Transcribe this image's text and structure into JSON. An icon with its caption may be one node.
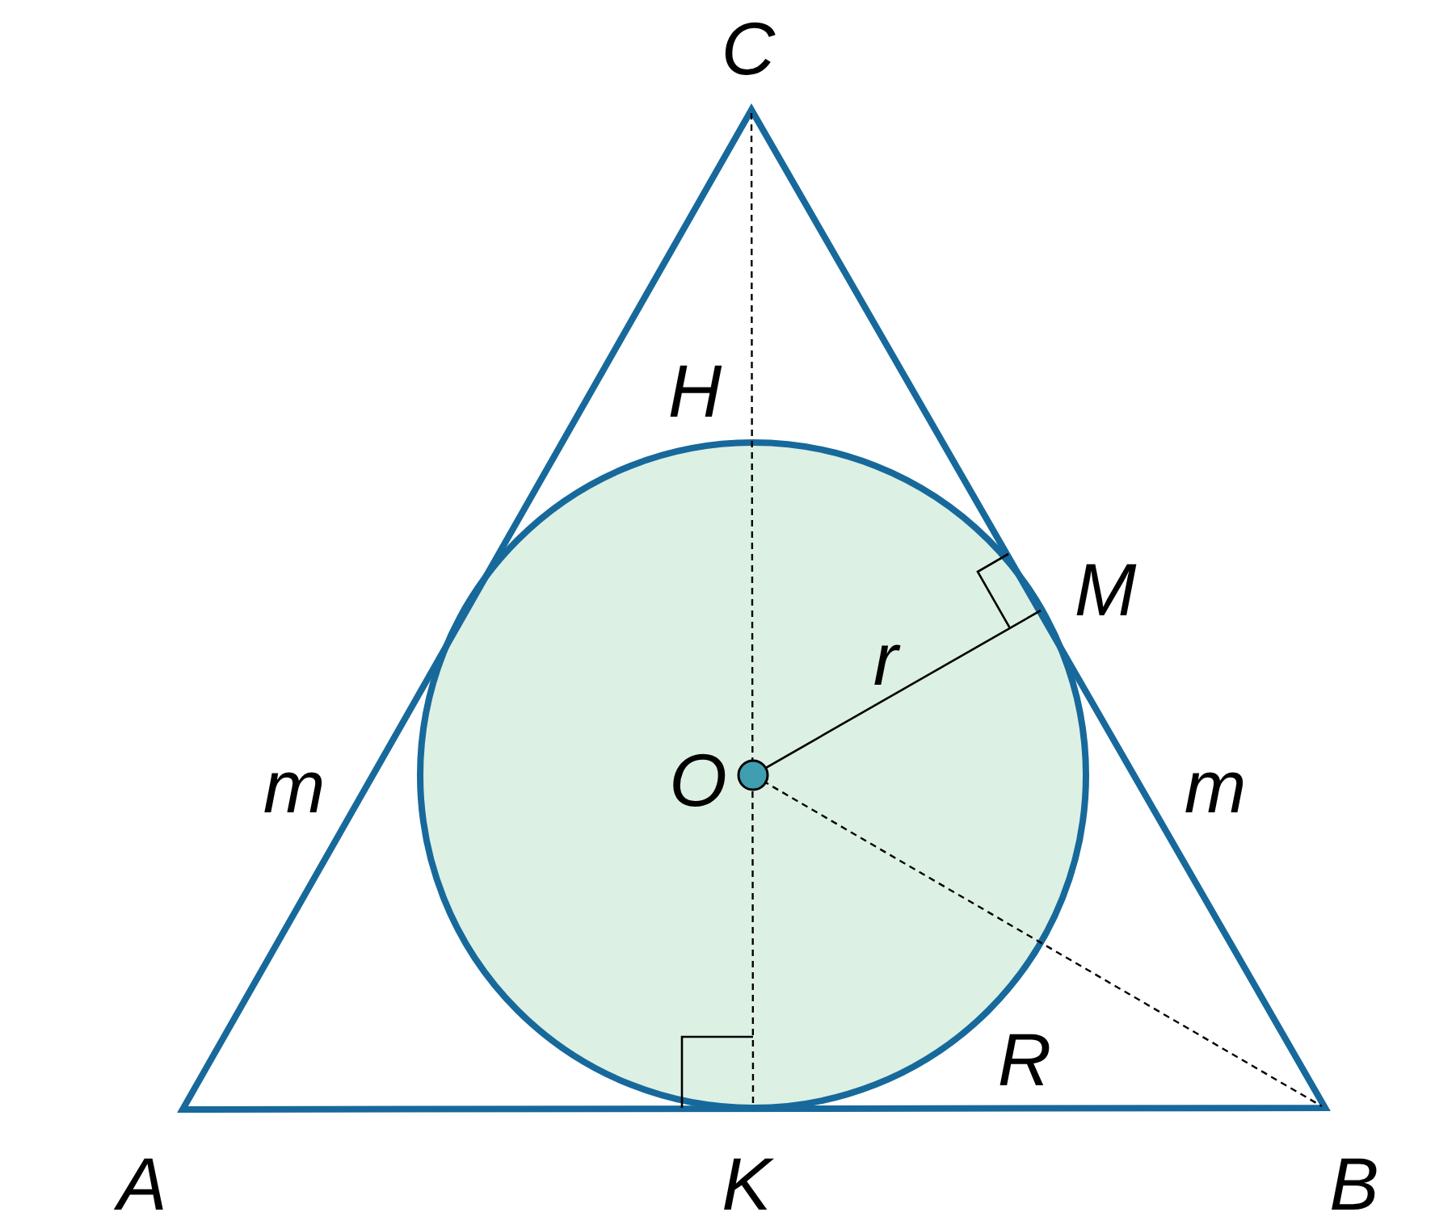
{
  "diagram": {
    "labels": [
      "C",
      "H",
      "M",
      "r",
      "m",
      "O",
      "m",
      "R",
      "A",
      "K",
      "B"
    ]
  }
}
